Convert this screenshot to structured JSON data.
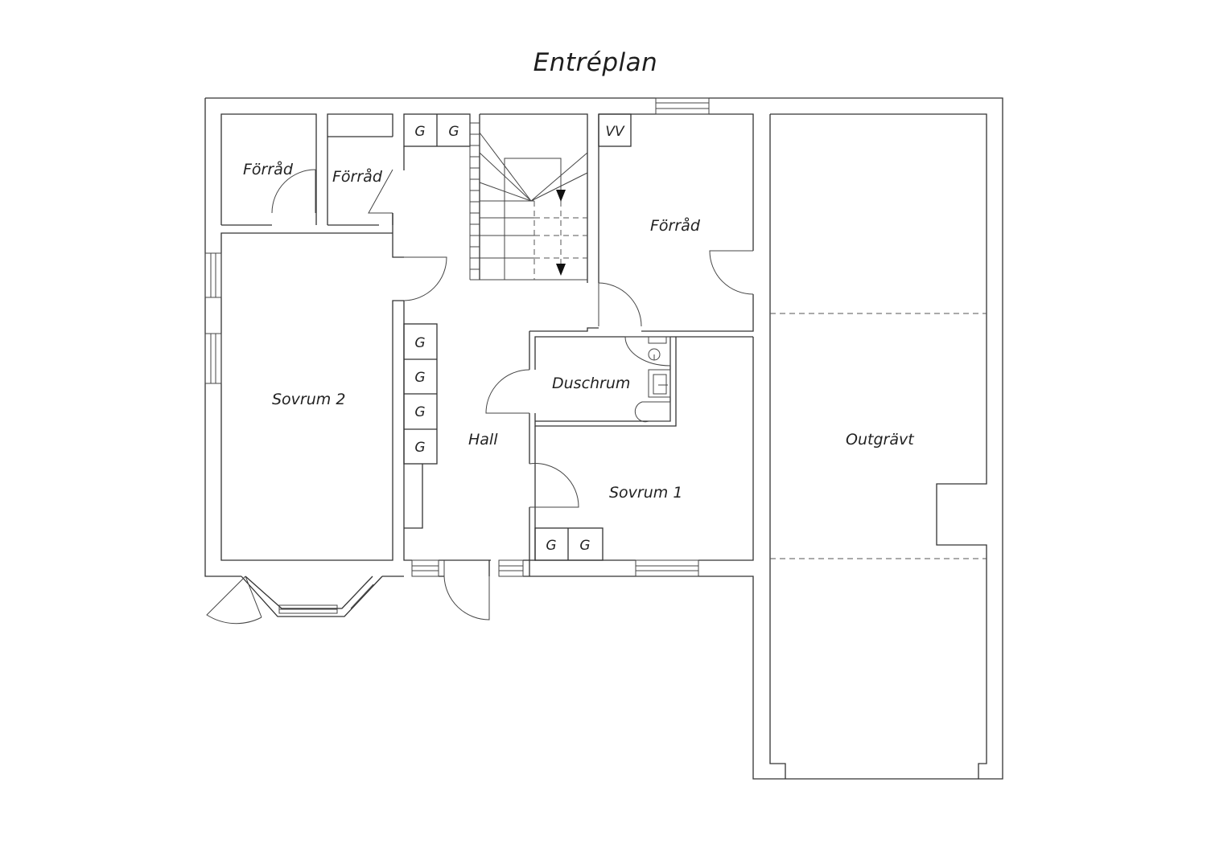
{
  "title": "Entréplan",
  "rooms": {
    "forrad_1": "Förråd",
    "forrad_2": "Förråd",
    "forrad_3": "Förråd",
    "sovrum_2": "Sovrum 2",
    "sovrum_1": "Sovrum 1",
    "hall": "Hall",
    "duschrum": "Duschrum",
    "outgravt": "Outgrävt"
  },
  "wardrobe_label": "G",
  "boiler_label": "VV"
}
